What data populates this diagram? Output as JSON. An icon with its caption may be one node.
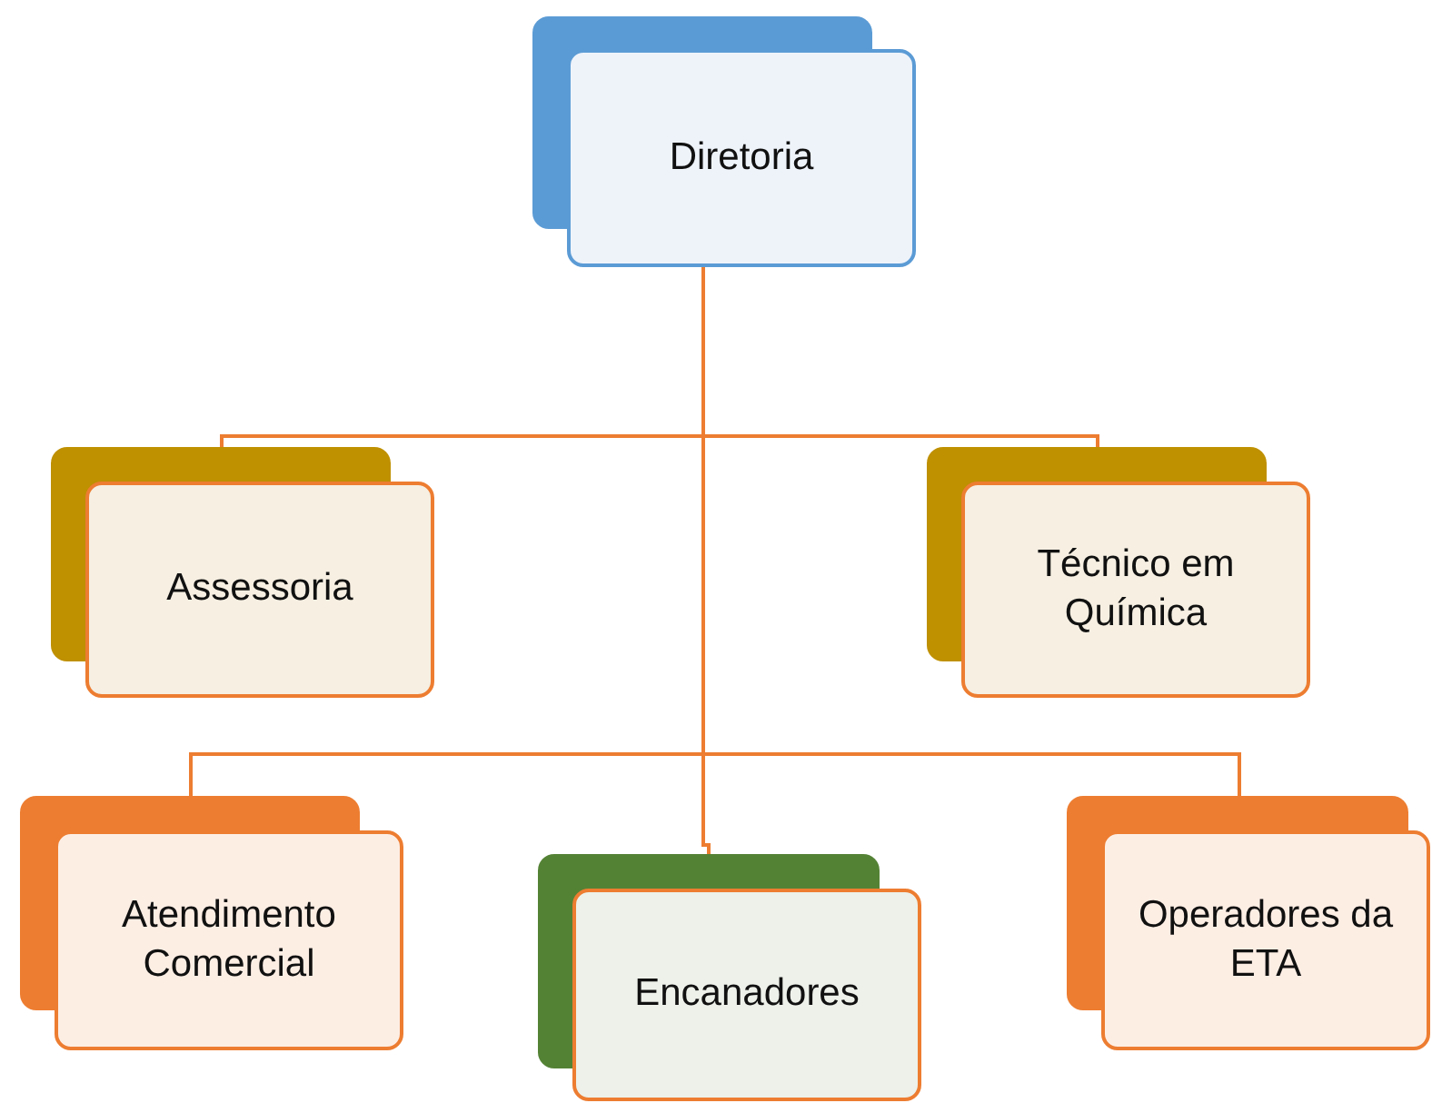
{
  "diagram": {
    "nodes": [
      {
        "text": [
          "Diretoria"
        ]
      },
      {
        "text": [
          "Assessoria"
        ]
      },
      {
        "text": [
          "Técnico em Química"
        ]
      },
      {
        "text": [
          "Atendimento Comercial"
        ]
      },
      {
        "text": [
          "Encanadores"
        ]
      },
      {
        "text": [
          "Operadores da ETA"
        ]
      }
    ],
    "edges": [
      {
        "from": 0,
        "to": 1,
        "arrow": "none"
      },
      {
        "from": 0,
        "to": 2,
        "arrow": "none"
      },
      {
        "from": 0,
        "to": 3,
        "arrow": "none"
      },
      {
        "from": 0,
        "to": 4,
        "arrow": "none"
      },
      {
        "from": 0,
        "to": 5,
        "arrow": "none"
      }
    ]
  }
}
